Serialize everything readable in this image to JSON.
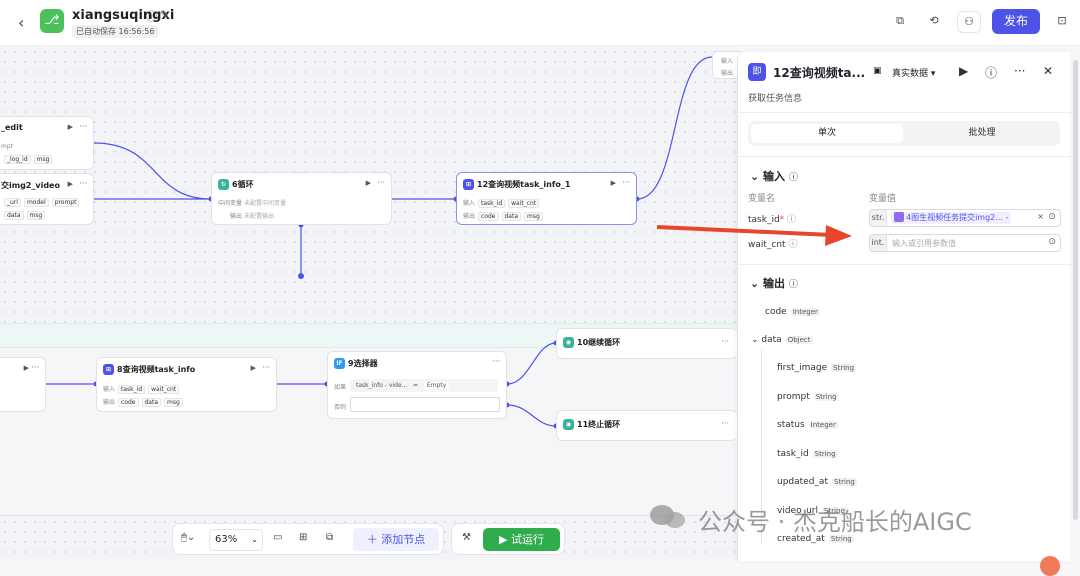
{
  "app": {
    "name": "xiangsuqingxi",
    "saved": "已自动保存 16:56:56",
    "publish": "发布"
  },
  "canvas": {
    "node_edit": {
      "title": "_edit",
      "r1": "mpt",
      "r2a": "_log_id",
      "r2b": "msg"
    },
    "node_img2video": {
      "title": "交img2_video",
      "r1a": "_url",
      "r1b": "model",
      "r1c": "prompt",
      "r2a": "data",
      "r2b": "msg"
    },
    "node_loop": {
      "title": "6循环",
      "r1l": "中间变量",
      "r1v": "未配置中间变量",
      "r2l": "输出",
      "r2v": "未配置输出"
    },
    "node_12": {
      "title": "12查询视频task_info_1",
      "in_l": "输入",
      "in_a": "task_id",
      "in_b": "wait_cnt",
      "out_l": "输出",
      "out_a": "code",
      "out_b": "data",
      "out_c": "msg"
    },
    "node_8": {
      "title": "8查询视频task_info",
      "in_l": "输入",
      "in_a": "task_id",
      "in_b": "wait_cnt",
      "out_l": "输出",
      "out_a": "code",
      "out_b": "data",
      "out_c": "msg"
    },
    "node_9": {
      "title": "9选择器",
      "if_l": "如果",
      "cond_a": "task_info - vide...",
      "cond_op": "=",
      "cond_b": "Empty",
      "else_l": "否则"
    },
    "node_10": {
      "title": "10继续循环"
    },
    "node_11": {
      "title": "11终止循环"
    },
    "edge_in": "输入",
    "edge_out": "输出"
  },
  "toolbar": {
    "zoom": "63%",
    "add_node": "添加节点",
    "run": "试运行"
  },
  "panel": {
    "title": "12查询视频ta...",
    "mode": "真实数据",
    "subtitle": "获取任务信息",
    "tab_single": "单次",
    "tab_batch": "批处理",
    "input_section": "输入",
    "col_name": "变量名",
    "col_value": "变量值",
    "inputs": [
      {
        "name": "task_id",
        "required": "*",
        "type": "str.",
        "ref": "4图生视频任务提交img2...",
        "ref_suffix": "-"
      },
      {
        "name": "wait_cnt",
        "type": "int.",
        "placeholder": "输入或引用参数值"
      }
    ],
    "output_section": "输出",
    "outputs": [
      {
        "name": "code",
        "type": "Integer"
      },
      {
        "name": "data",
        "type": "Object"
      },
      {
        "name": "first_image",
        "type": "String"
      },
      {
        "name": "prompt",
        "type": "String"
      },
      {
        "name": "status",
        "type": "Integer"
      },
      {
        "name": "task_id",
        "type": "String"
      },
      {
        "name": "updated_at",
        "type": "String"
      },
      {
        "name": "video_url",
        "type": "String"
      },
      {
        "name": "created_at",
        "type": "String"
      }
    ]
  },
  "watermark": "公众号 · 杰克船长的AIGC",
  "colors": {
    "accent": "#4d53e8",
    "run": "#2fad4d",
    "arrow": "#e8452c"
  }
}
